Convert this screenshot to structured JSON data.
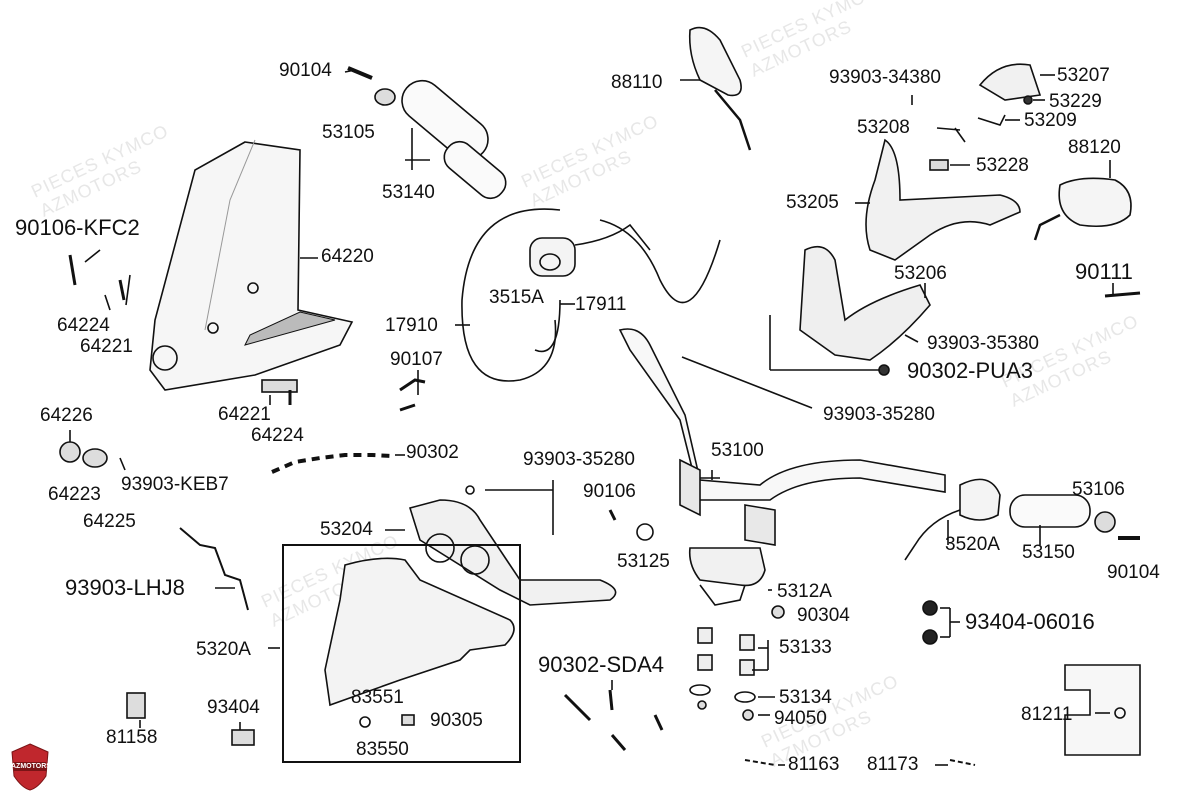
{
  "watermark": {
    "line1": "PIECES KYMCO",
    "line2": "AZMOTORS"
  },
  "logo": {
    "text": "AZMOTORS",
    "color": "#c0272d"
  },
  "labels": {
    "p90104_top": "90104",
    "p53105": "53105",
    "p53140": "53140",
    "p88110": "88110",
    "p93903_34380": "93903-34380",
    "p53207": "53207",
    "p53229": "53229",
    "p53209": "53209",
    "p53208": "53208",
    "p53228": "53228",
    "p88120": "88120",
    "p53205": "53205",
    "p90106_kfc2": "90106-KFC2",
    "p64220": "64220",
    "p90111": "90111",
    "p53206": "53206",
    "p3515a": "3515A",
    "p17911": "17911",
    "p17910": "17910",
    "p64224_a": "64224",
    "p64221_a": "64221",
    "p93903_35380": "93903-35380",
    "p90107": "90107",
    "p90302_pua3": "90302-PUA3",
    "p64221_b": "64221",
    "p64224_b": "64224",
    "p93903_35280_a": "93903-35280",
    "p64226": "64226",
    "p90302": "90302",
    "p64223": "64223",
    "p93903_keb7": "93903-KEB7",
    "p93903_35280_b": "93903-35280",
    "p53100": "53100",
    "p90106": "90106",
    "p53106": "53106",
    "p64225": "64225",
    "p53204": "53204",
    "p53125": "53125",
    "p3520a": "3520A",
    "p53150": "53150",
    "p93903_lhj8": "93903-LHJ8",
    "p5312a": "5312A",
    "p90104_bot": "90104",
    "p90304": "90304",
    "p93404_06016": "93404-06016",
    "p5320a": "5320A",
    "p53133": "53133",
    "p90302_sda4": "90302-SDA4",
    "p83551": "83551",
    "p53134": "53134",
    "p93404": "93404",
    "p90305": "90305",
    "p94050": "94050",
    "p81211": "81211",
    "p81158": "81158",
    "p83550": "83550",
    "p81163": "81163",
    "p81173": "81173"
  }
}
